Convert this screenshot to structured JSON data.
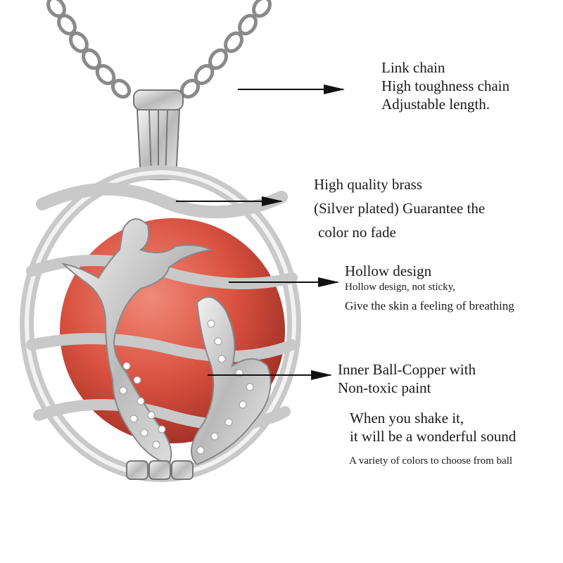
{
  "colors": {
    "background": "#ffffff",
    "text": "#1a1a1a",
    "silver": "#c8c8c8",
    "ball": "#d9503f"
  },
  "callouts": {
    "chain": {
      "lines": [
        "Link chain",
        "High toughness chain",
        "Adjustable length."
      ]
    },
    "brass": {
      "lines": [
        "High quality brass",
        "(Silver plated) Guarantee the",
        "color no fade"
      ]
    },
    "hollow": {
      "title": "Hollow design",
      "lines": [
        "Hollow design, not sticky,",
        "Give the skin a feeling of breathing"
      ]
    },
    "ball": {
      "lines": [
        "Inner Ball-Copper with",
        "Non-toxic paint"
      ]
    },
    "sound": {
      "lines": [
        "When you shake it,",
        "it will be a wonderful sound"
      ]
    },
    "colors": {
      "text": "A variety of colors to choose from ball"
    }
  }
}
